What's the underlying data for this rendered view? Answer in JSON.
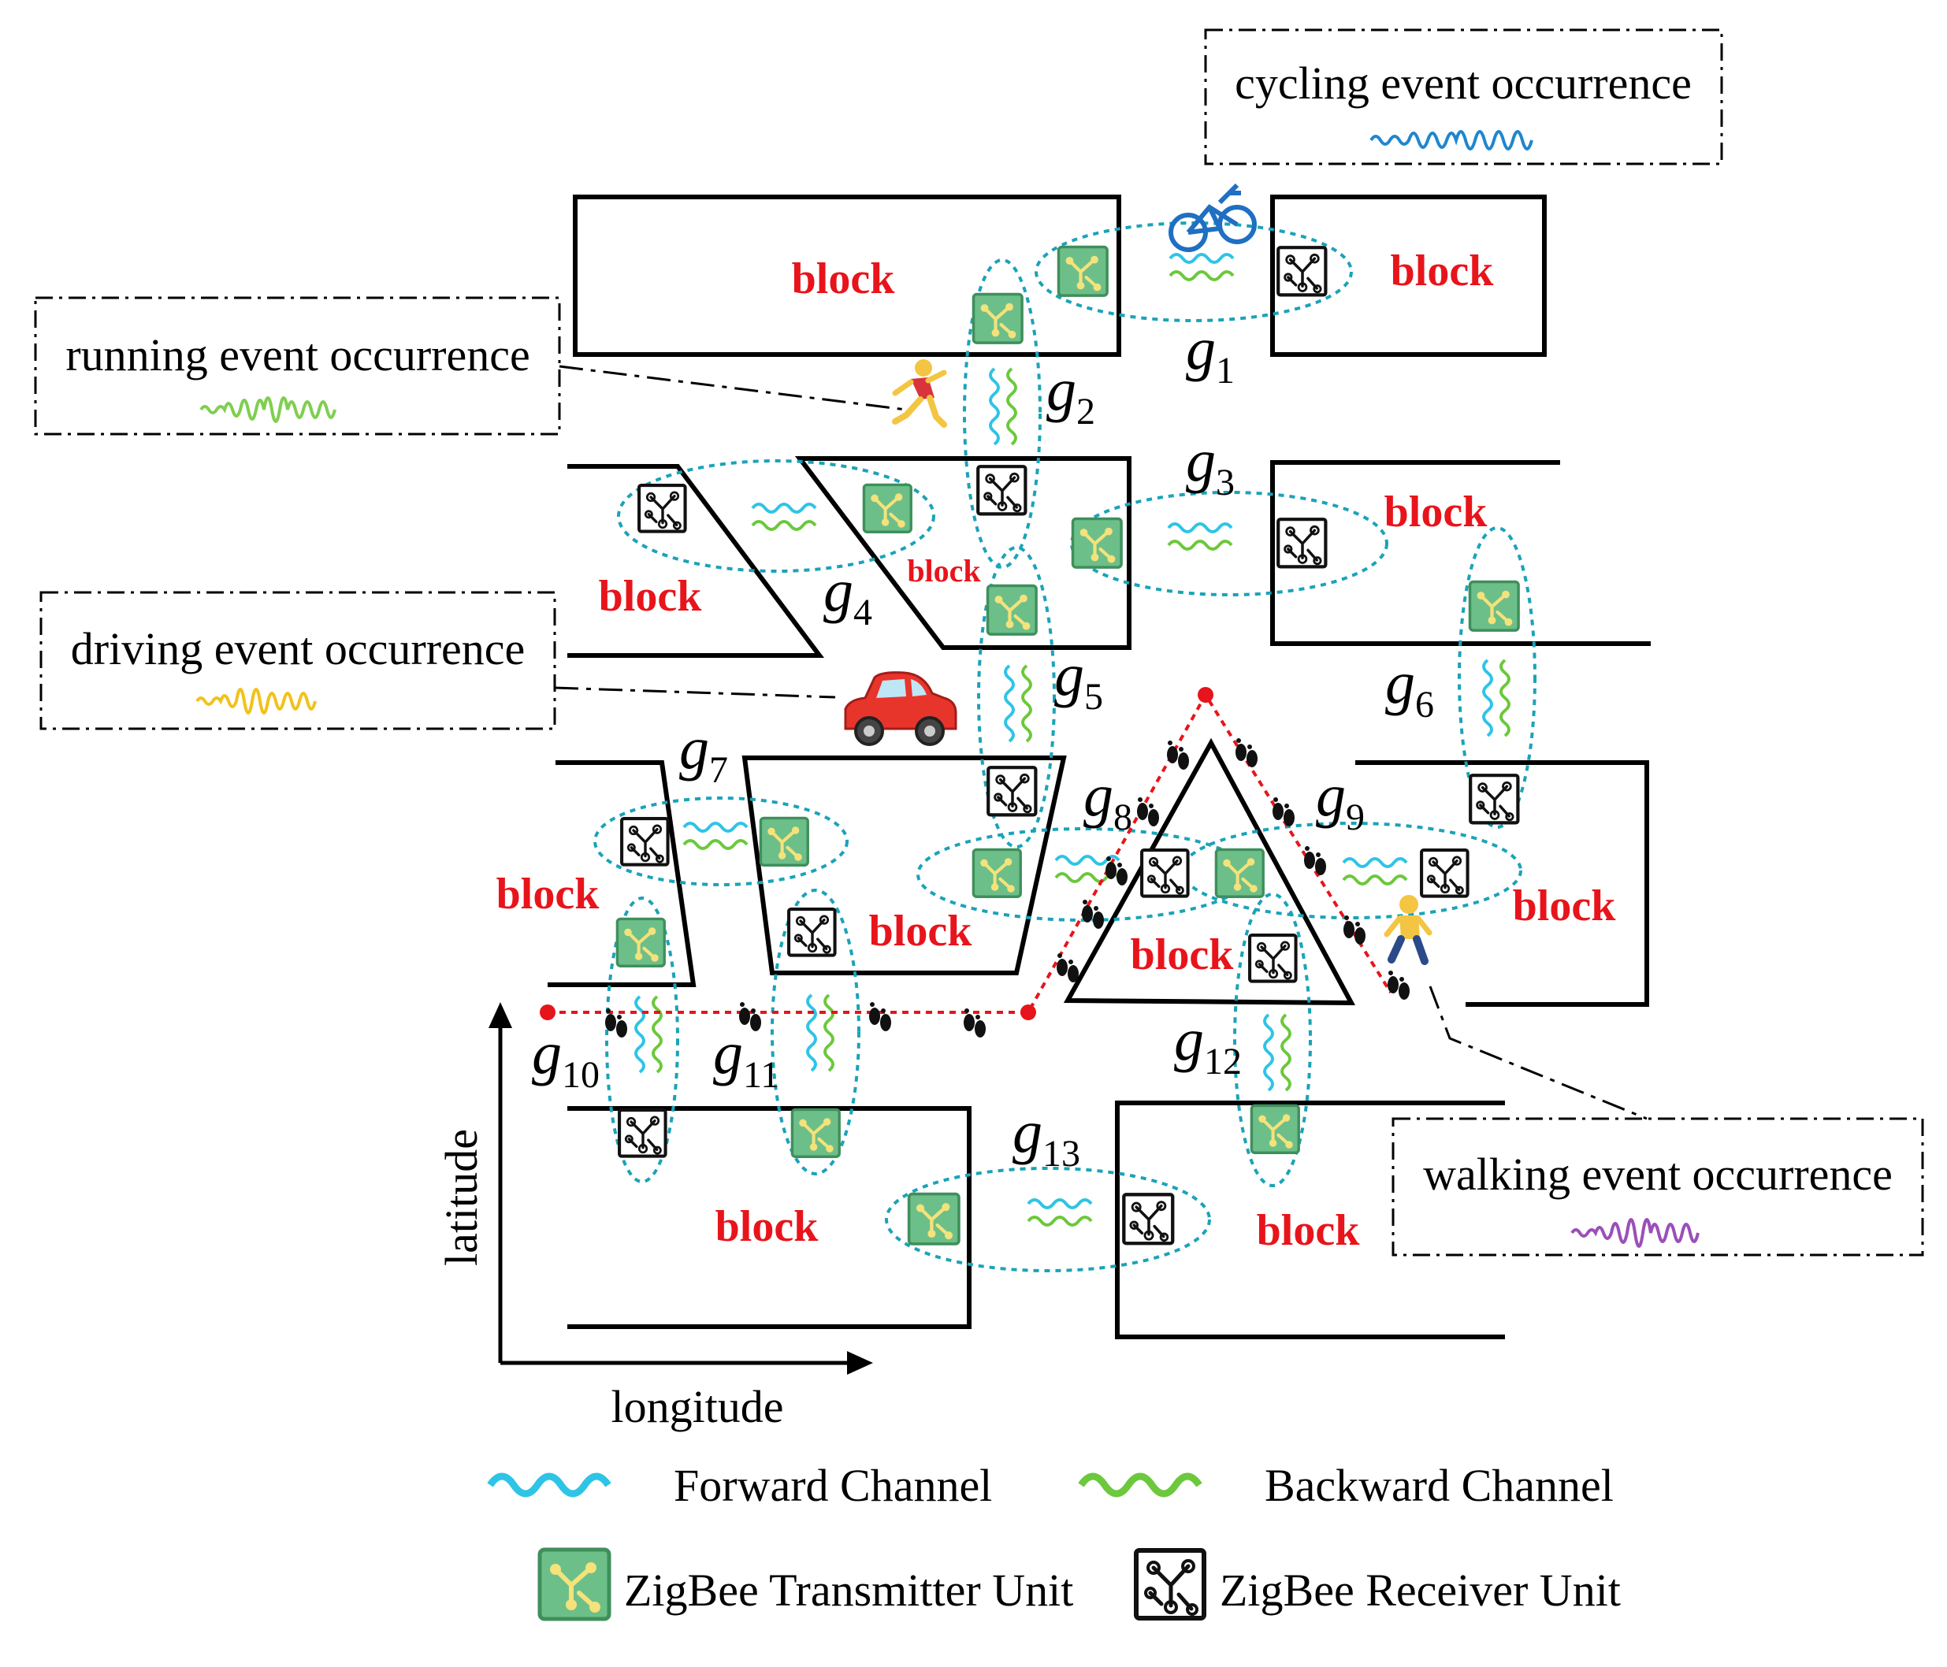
{
  "blocks": {
    "label": "block"
  },
  "gateways": [
    {
      "letter": "g",
      "sub": "1"
    },
    {
      "letter": "g",
      "sub": "2"
    },
    {
      "letter": "g",
      "sub": "3"
    },
    {
      "letter": "g",
      "sub": "4"
    },
    {
      "letter": "g",
      "sub": "5"
    },
    {
      "letter": "g",
      "sub": "6"
    },
    {
      "letter": "g",
      "sub": "7"
    },
    {
      "letter": "g",
      "sub": "8"
    },
    {
      "letter": "g",
      "sub": "9"
    },
    {
      "letter": "g",
      "sub": "10"
    },
    {
      "letter": "g",
      "sub": "11"
    },
    {
      "letter": "g",
      "sub": "12"
    },
    {
      "letter": "g",
      "sub": "13"
    }
  ],
  "events": {
    "cycling": {
      "label": "cycling event occurrence",
      "color": "#1f86cf"
    },
    "running": {
      "label": "running event occurrence",
      "color": "#7fcf4f"
    },
    "driving": {
      "label": "driving event occurrence",
      "color": "#f2c21a"
    },
    "walking": {
      "label": "walking event occurrence",
      "color": "#9b4fb8"
    }
  },
  "axes": {
    "y_label": "latitude",
    "x_label": "longitude"
  },
  "legend": {
    "forward": {
      "label": "Forward Channel",
      "color": "#2ec4e6"
    },
    "backward": {
      "label": "Backward Channel",
      "color": "#6cc83c"
    },
    "transmitter": {
      "label": "ZigBee Transmitter Unit",
      "icon": "zigbee-transmitter-icon",
      "color": "#6dbf8a"
    },
    "receiver": {
      "label": "ZigBee Receiver Unit",
      "icon": "zigbee-receiver-icon"
    }
  },
  "colors": {
    "block_label": "#e8141b",
    "coverage_ellipse": "#1aa3b8",
    "walking_path": "#e8141b"
  },
  "icons": [
    "bicycle-icon",
    "runner-icon",
    "car-icon",
    "walker-icon",
    "footprints-icon"
  ]
}
